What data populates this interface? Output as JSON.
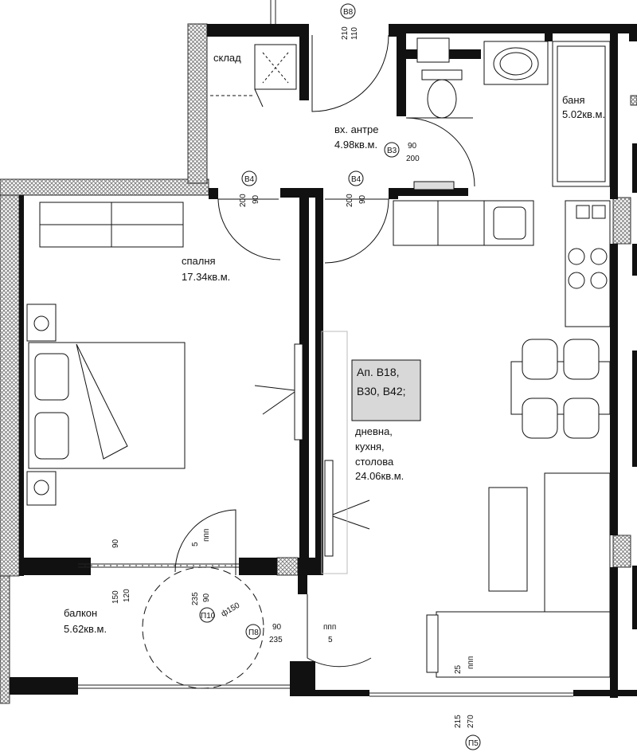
{
  "rooms": {
    "storage": {
      "name": "склад"
    },
    "hall": {
      "name": "вх. антре",
      "area": "4.98кв.м."
    },
    "bath": {
      "name": "баня",
      "area": "5.02кв.м."
    },
    "bedroom": {
      "name": "спалня",
      "area": "17.34кв.м."
    },
    "living": {
      "name": "дневна,",
      "name2": "кухня,",
      "name3": "столова",
      "area": "24.06кв.м."
    },
    "balcony": {
      "name": "балкон",
      "area": "5.62кв.м."
    }
  },
  "apartment": {
    "line1": "Ап. В18,",
    "line2": "В30,  В42;"
  },
  "doors": {
    "entry": {
      "tag": "В8",
      "w": "110",
      "h": "210"
    },
    "bath": {
      "tag": "В3",
      "w": "90",
      "h": "200"
    },
    "bed": {
      "tag": "В4",
      "w": "90",
      "h": "200"
    },
    "living": {
      "tag": "В4",
      "w": "90",
      "h": "200"
    },
    "balcony": {
      "tag": "П8",
      "w": "90",
      "h": "235",
      "sill": "5",
      "sill_label": "ппп"
    },
    "window_bed": {
      "tag": "П10",
      "w": "90",
      "h": "235",
      "sill": "5",
      "sill_label": "ппп"
    },
    "window_living": {
      "tag": "П5",
      "w": "270",
      "h": "215",
      "sill": "25",
      "sill_label": "ппп"
    }
  },
  "balcony_dims": {
    "rail_h": "90",
    "d1": "150",
    "d2": "120"
  },
  "turning_circle": "ф150",
  "colors": {
    "wall": "#111111",
    "hatch": "#8a8a8a",
    "apt_box": "#d8d8d8"
  }
}
